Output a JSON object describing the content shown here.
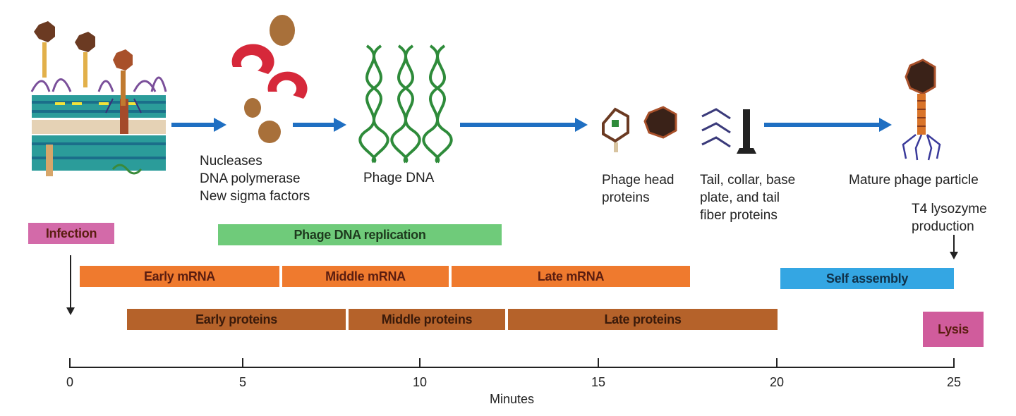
{
  "labels": {
    "enzymes": "Nucleases\nDNA polymerase\nNew sigma factors",
    "phage_dna": "Phage DNA",
    "head_proteins": "Phage head\nproteins",
    "tail_proteins": "Tail, collar, base\nplate, and tail\nfiber proteins",
    "mature": "Mature phage particle",
    "lysozyme": "T4 lysozyme\nproduction"
  },
  "bars": {
    "infection": "Infection",
    "replication": "Phage DNA replication",
    "early_mrna": "Early mRNA",
    "middle_mrna": "Middle mRNA",
    "late_mrna": "Late mRNA",
    "self_assembly": "Self assembly",
    "early_proteins": "Early proteins",
    "middle_proteins": "Middle proteins",
    "late_proteins": "Late proteins",
    "lysis": "Lysis"
  },
  "axis": {
    "label": "Minutes",
    "ticks": [
      "0",
      "5",
      "10",
      "15",
      "20",
      "25"
    ]
  },
  "colors": {
    "arrow": "#1f6fc2",
    "infection": "#d36aa9",
    "replication": "#6fcb7a",
    "mrna": "#ef7a2e",
    "proteins": "#b5622a",
    "self_assembly": "#34a6e3",
    "lysis": "#d05c9c"
  }
}
